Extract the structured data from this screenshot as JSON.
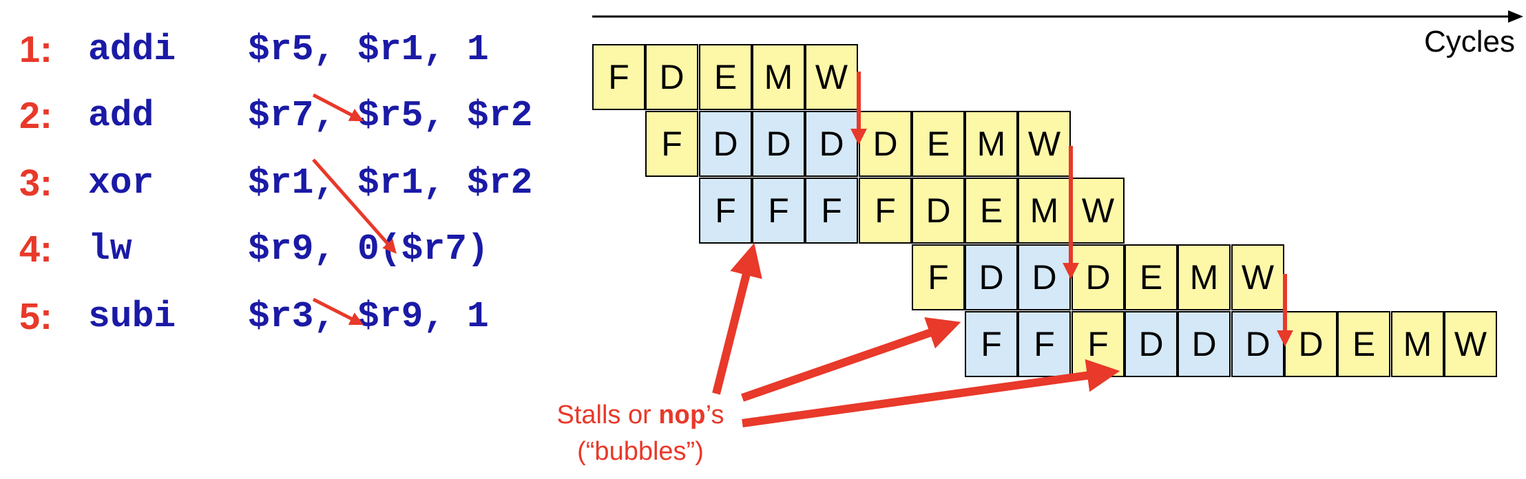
{
  "code": [
    {
      "num": "1:",
      "op": "addi",
      "args": "$r5, $r1, 1"
    },
    {
      "num": "2:",
      "op": "add",
      "args": "$r7, $r5, $r2"
    },
    {
      "num": "3:",
      "op": "xor",
      "args": "$r1, $r1, $r2"
    },
    {
      "num": "4:",
      "op": "lw",
      "args": "$r9, 0($r7)"
    },
    {
      "num": "5:",
      "op": "subi",
      "args": "$r3, $r9, 1"
    }
  ],
  "axis_label": "Cycles",
  "pipeline": [
    {
      "start": 0,
      "stages": [
        "F",
        "D",
        "E",
        "M",
        "W"
      ],
      "stall": [
        false,
        false,
        false,
        false,
        false
      ]
    },
    {
      "start": 1,
      "stages": [
        "F",
        "D",
        "D",
        "D",
        "D",
        "E",
        "M",
        "W"
      ],
      "stall": [
        false,
        true,
        true,
        true,
        false,
        false,
        false,
        false
      ]
    },
    {
      "start": 2,
      "stages": [
        "F",
        "F",
        "F",
        "F",
        "D",
        "E",
        "M",
        "W"
      ],
      "stall": [
        true,
        true,
        true,
        false,
        false,
        false,
        false,
        false
      ]
    },
    {
      "start": 6,
      "stages": [
        "F",
        "D",
        "D",
        "D",
        "E",
        "M",
        "W"
      ],
      "stall": [
        false,
        true,
        true,
        false,
        false,
        false,
        false
      ]
    },
    {
      "start": 7,
      "stages": [
        "F",
        "F",
        "F",
        "D",
        "D",
        "D",
        "D",
        "E",
        "M",
        "W"
      ],
      "stall": [
        true,
        true,
        false,
        true,
        true,
        true,
        false,
        false,
        false,
        false
      ]
    }
  ],
  "caption": {
    "line1_a": "Stalls or ",
    "line1_mono": "nop",
    "line1_b": "’s",
    "line2": "(“bubbles”)"
  },
  "colors": {
    "accent": "#e8392a",
    "code": "#1a1aa6",
    "yellow": "#fdf8a8",
    "blue": "#d4e8f8"
  }
}
